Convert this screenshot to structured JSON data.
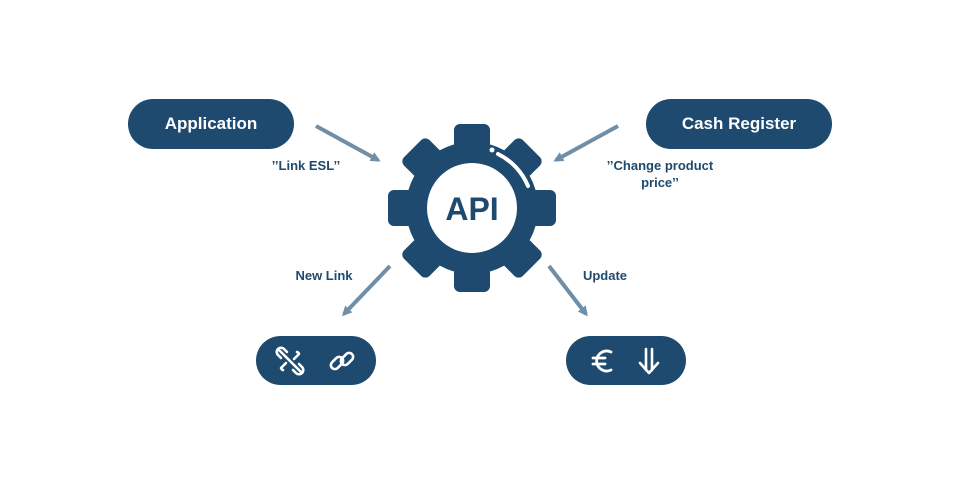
{
  "nodes": {
    "center": {
      "label": "API"
    },
    "application": {
      "label": "Application"
    },
    "cash_register": {
      "label": "Cash Register"
    },
    "link_pill": {
      "icons": [
        "unlink-icon",
        "link-icon"
      ]
    },
    "price_pill": {
      "icons": [
        "euro-icon",
        "arrow-down-icon"
      ]
    }
  },
  "edges": {
    "link_esl": "’’Link ESL’’",
    "change_price_line1": "’’Change product",
    "change_price_line2": "price’’",
    "new_link": "New Link",
    "update": "Update"
  },
  "colors": {
    "primary": "#1d4a6e",
    "arrow": "#6f8ea7",
    "background": "#ffffff"
  }
}
